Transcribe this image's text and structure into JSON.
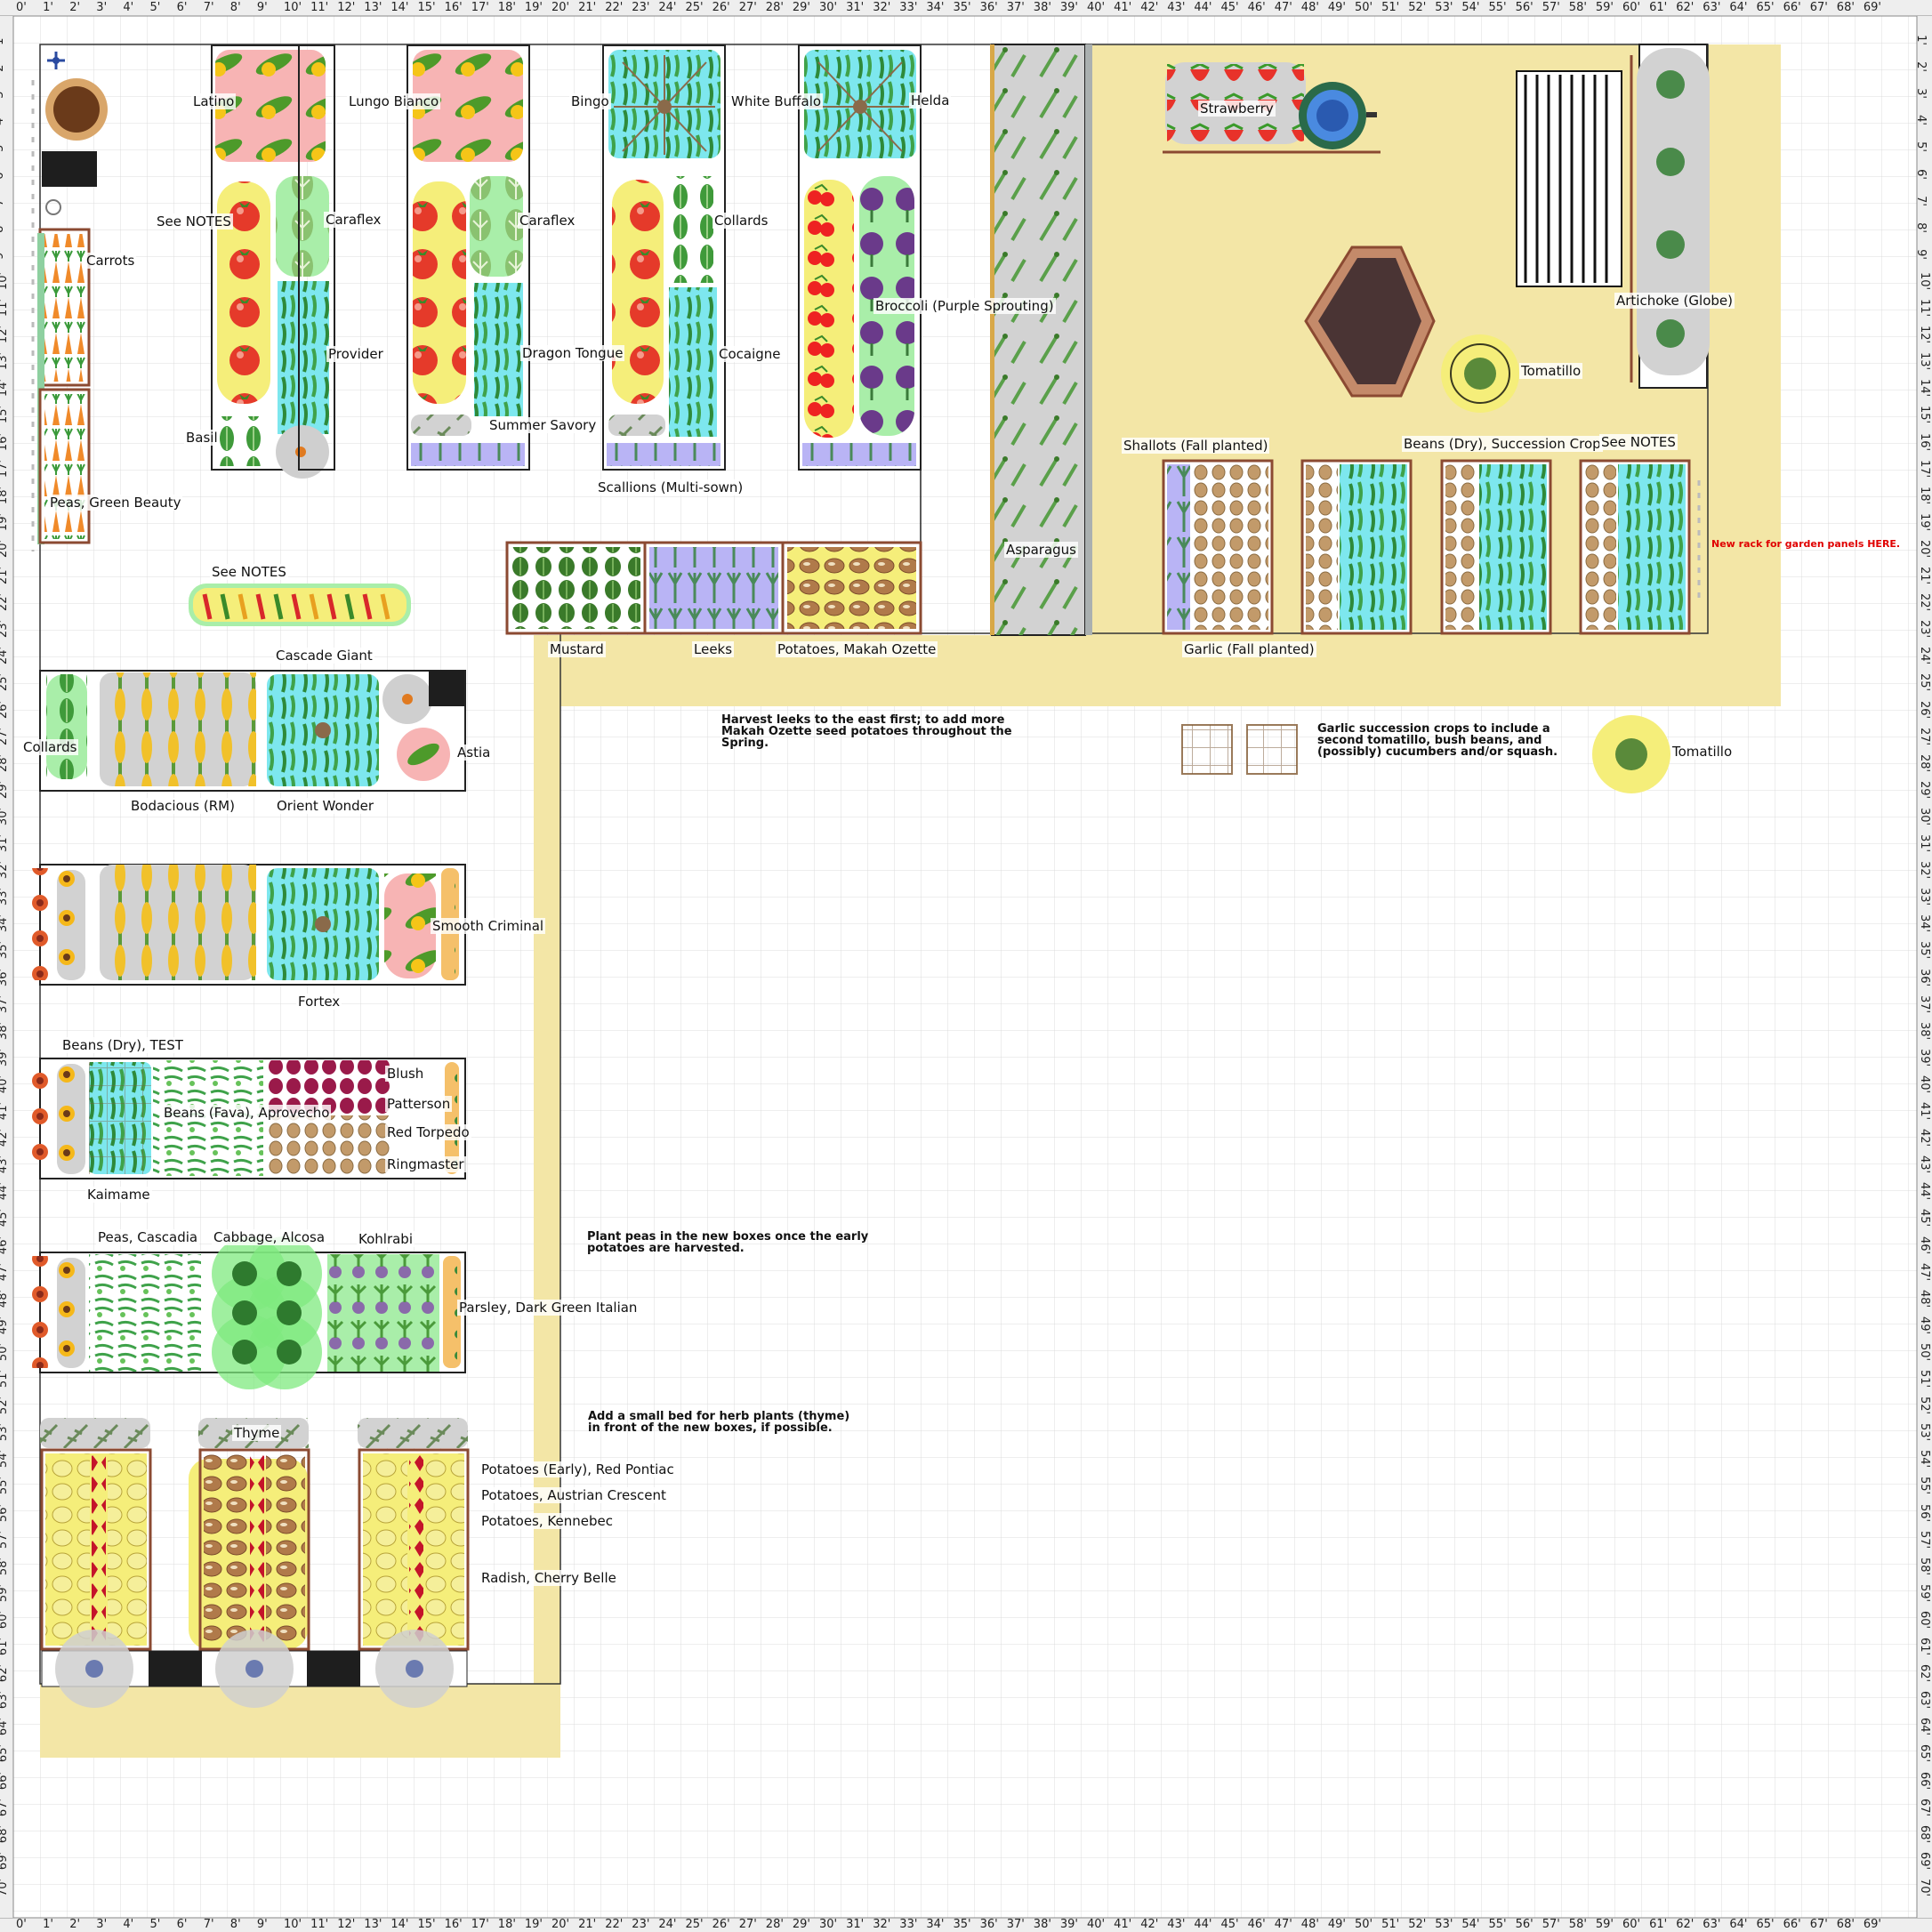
{
  "planner": {
    "ruler_top": [
      "0'",
      "1'",
      "2'",
      "3'",
      "4'",
      "5'",
      "6'",
      "7'",
      "8'",
      "9'",
      "10'",
      "11'",
      "12'",
      "13'",
      "14'",
      "15'",
      "16'",
      "17'",
      "18'",
      "19'",
      "20'",
      "21'",
      "22'",
      "23'",
      "24'",
      "25'",
      "26'",
      "27'",
      "28'",
      "29'",
      "30'",
      "31'",
      "32'",
      "33'",
      "34'",
      "35'",
      "36'",
      "37'",
      "38'",
      "39'",
      "40'",
      "41'",
      "42'",
      "43'",
      "44'",
      "45'",
      "46'",
      "47'",
      "48'",
      "49'",
      "50'",
      "51'",
      "52'",
      "53'",
      "54'",
      "55'",
      "56'",
      "57'",
      "58'",
      "59'",
      "60'",
      "61'",
      "62'",
      "63'",
      "64'",
      "65'",
      "66'",
      "67'",
      "68'",
      "69'"
    ],
    "ruler_side": [
      "1'",
      "2'",
      "3'",
      "4'",
      "5'",
      "6'",
      "7'",
      "8'",
      "9'",
      "10'",
      "11'",
      "12'",
      "13'",
      "14'",
      "15'",
      "16'",
      "17'",
      "18'",
      "19'",
      "20'",
      "21'",
      "22'",
      "23'",
      "24'",
      "25'",
      "26'",
      "27'",
      "28'",
      "29'",
      "30'",
      "31'",
      "32'",
      "33'",
      "34'",
      "35'",
      "36'",
      "37'",
      "38'",
      "39'",
      "40'",
      "41'",
      "42'",
      "43'",
      "44'",
      "45'",
      "46'",
      "47'",
      "48'",
      "49'",
      "50'",
      "51'",
      "52'",
      "53'",
      "54'",
      "55'",
      "56'",
      "57'",
      "58'",
      "59'",
      "60'",
      "61'",
      "62'",
      "63'",
      "64'",
      "65'",
      "66'",
      "67'",
      "68'",
      "69'",
      "70'"
    ],
    "colors": {
      "path": "#f3e6a6",
      "grid": "#dcdcdc",
      "bed_border": "#222222",
      "wood_border": "#8b4a32",
      "pink": "#f7b4b4",
      "yellow": "#f5ee7a",
      "green": "#a9eea9",
      "cyan": "#7de7ee",
      "gray": "#d2d2d2",
      "lavender": "#b9b4f5",
      "red_note": "#e00000"
    }
  },
  "labels": {
    "latino": "Latino",
    "lungo_bianco": "Lungo Bianco",
    "bingo": "Bingo",
    "white_buffalo": "White Buffalo",
    "helda": "Helda",
    "see_notes_1": "See NOTES",
    "caraflex_1": "Caraflex",
    "caraflex_2": "Caraflex",
    "collards_1": "Collards",
    "carrots": "Carrots",
    "broccoli": "Broccoli (Purple Sprouting)",
    "provider": "Provider",
    "dragon_tongue": "Dragon Tongue",
    "cocaigne": "Cocaigne",
    "basil": "Basil",
    "summer_savory": "Summer Savory",
    "scallions": "Scallions (Multi-sown)",
    "peas_green_beauty": "Peas, Green Beauty",
    "see_notes_2": "See NOTES",
    "mustard": "Mustard",
    "leeks": "Leeks",
    "potatoes_makah": "Potatoes, Makah Ozette",
    "asparagus": "Asparagus",
    "strawberry": "Strawberry",
    "artichoke": "Artichoke (Globe)",
    "tomatillo_1": "Tomatillo",
    "tomatillo_2": "Tomatillo",
    "shallots": "Shallots (Fall planted)",
    "beans_dry_succession": "Beans (Dry), Succession Crop",
    "see_notes_3": "See NOTES",
    "garlic": "Garlic (Fall planted)",
    "cascade_giant": "Cascade Giant",
    "collards_2": "Collards",
    "astia": "Astia",
    "bodacious": "Bodacious (RM)",
    "orient_wonder": "Orient Wonder",
    "smooth_criminal": "Smooth Criminal",
    "fortex": "Fortex",
    "beans_dry_test": "Beans (Dry), TEST",
    "blush": "Blush",
    "beans_fava": "Beans (Fava), Aprovecho",
    "patterson": "Patterson",
    "red_torpedo": "Red Torpedo",
    "ringmaster": "Ringmaster",
    "kaimame": "Kaimame",
    "peas_cascadia": "Peas, Cascadia",
    "cabbage_alcosa": "Cabbage, Alcosa",
    "kohlrabi": "Kohlrabi",
    "parsley": "Parsley, Dark Green Italian",
    "thyme": "Thyme",
    "potatoes_red_pontiac": "Potatoes (Early), Red Pontiac",
    "potatoes_austrian": "Potatoes, Austrian Crescent",
    "potatoes_kennebec": "Potatoes, Kennebec",
    "radish": "Radish, Cherry Belle"
  },
  "notes": {
    "leeks_note": "Harvest leeks to the east first; to add more\nMakah Ozette seed potatoes throughout the\nSpring.",
    "garlic_note": "Garlic succession crops to include a\nsecond tomatillo, bush beans, and\n(possibly) cucumbers and/or squash.",
    "rack_note": "New rack for garden panels HERE.",
    "peas_note": "Plant peas in the new boxes once the early\npotatoes are harvested.",
    "herb_note": "Add a small bed for herb plants (thyme)\nin front of the new boxes, if possible."
  }
}
